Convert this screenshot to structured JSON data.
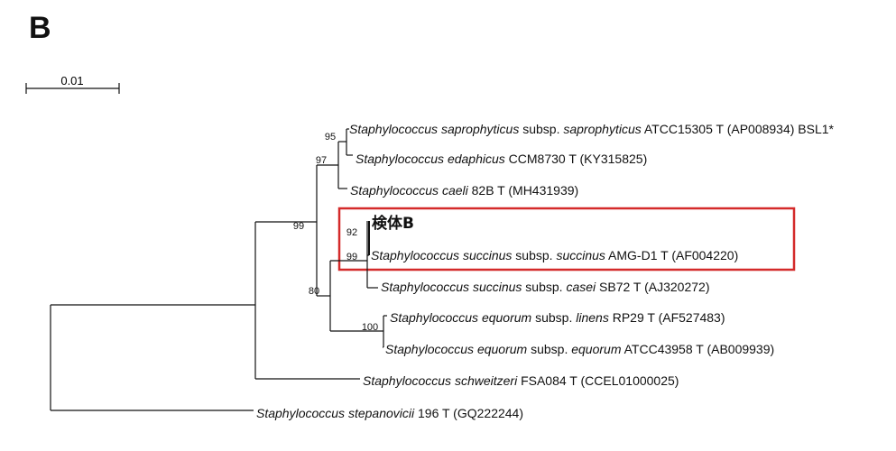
{
  "panel_label": "B",
  "scale_bar": {
    "label": "0.01",
    "value": 0.01
  },
  "highlight_color": "#d42a2a",
  "leaves": [
    {
      "id": "sapro",
      "parts": [
        {
          "t": "Staphylococcus saprophyticus",
          "i": true
        },
        {
          "t": " subsp. ",
          "i": false
        },
        {
          "t": "saprophyticus",
          "i": true
        },
        {
          "t": " ATCC15305 T (AP008934) BSL1*",
          "i": false
        }
      ]
    },
    {
      "id": "edaph",
      "parts": [
        {
          "t": "Staphylococcus edaphicus",
          "i": true
        },
        {
          "t": " CCM8730 T (KY315825)",
          "i": false
        }
      ]
    },
    {
      "id": "caeli",
      "parts": [
        {
          "t": "Staphylococcus caeli",
          "i": true
        },
        {
          "t": " 82B T (MH431939)",
          "i": false
        }
      ]
    },
    {
      "id": "sample",
      "parts": [
        {
          "t": "検体B",
          "i": false,
          "b": true
        }
      ]
    },
    {
      "id": "succ",
      "parts": [
        {
          "t": "Staphylococcus succinus",
          "i": true
        },
        {
          "t": " subsp. ",
          "i": false
        },
        {
          "t": "succinus",
          "i": true
        },
        {
          "t": " AMG-D1 T (AF004220)",
          "i": false
        }
      ]
    },
    {
      "id": "casei",
      "parts": [
        {
          "t": "Staphylococcus succinus",
          "i": true
        },
        {
          "t": " subsp. ",
          "i": false
        },
        {
          "t": "casei",
          "i": true
        },
        {
          "t": " SB72 T (AJ320272)",
          "i": false
        }
      ]
    },
    {
      "id": "linens",
      "parts": [
        {
          "t": "Staphylococcus equorum",
          "i": true
        },
        {
          "t": " subsp. ",
          "i": false
        },
        {
          "t": "linens",
          "i": true
        },
        {
          "t": " RP29 T (AF527483)",
          "i": false
        }
      ]
    },
    {
      "id": "equorum",
      "parts": [
        {
          "t": "Staphylococcus equorum",
          "i": true
        },
        {
          "t": " subsp. ",
          "i": false
        },
        {
          "t": "equorum",
          "i": true
        },
        {
          "t": " ATCC43958 T (AB009939)",
          "i": false
        }
      ]
    },
    {
      "id": "schw",
      "parts": [
        {
          "t": "Staphylococcus schweitzeri",
          "i": true
        },
        {
          "t": " FSA084 T (CCEL01000025)",
          "i": false
        }
      ]
    },
    {
      "id": "step",
      "parts": [
        {
          "t": "Staphylococcus stepanovicii",
          "i": true
        },
        {
          "t": " 196 T (GQ222244)",
          "i": false
        }
      ]
    }
  ],
  "bootstrap": {
    "n95": "95",
    "n97": "97",
    "n99a": "99",
    "n92": "92",
    "n99b": "99",
    "n80": "80",
    "n100": "100"
  }
}
